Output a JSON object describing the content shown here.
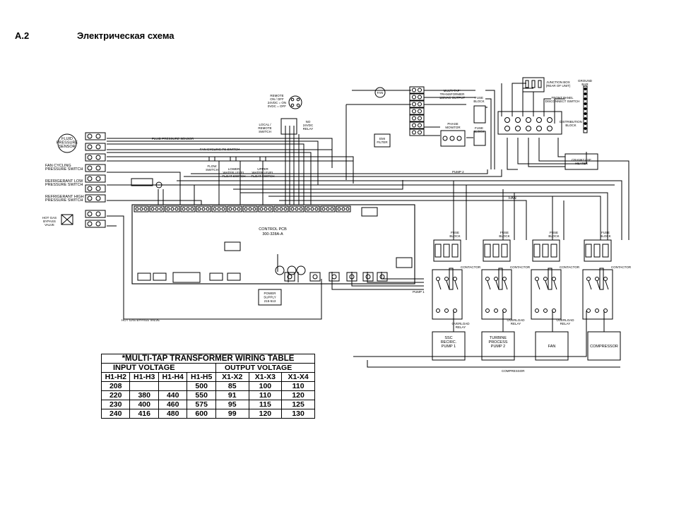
{
  "header": {
    "section": "A.2",
    "title": "Электрическая схема"
  },
  "labels": {
    "fluid_pressure_sensor": [
      "FLUID",
      "PRESSURE",
      "SENSOR"
    ],
    "fan_cycling_pressure_switch": [
      "FAN CYCLING",
      "PRESSURE SWITCH"
    ],
    "refrigerant_low_pressure_switch": [
      "REFRIGERANT LOW",
      "PRESSURE SWITCH"
    ],
    "refrigerant_high_pressure_switch": [
      "REFRIGERANT HIGH",
      "PRESSURE SWITCH"
    ],
    "hot_gas_bypass_valve_side": [
      "HOT GAS",
      "BYPASS",
      "VALVE"
    ],
    "fluid_pressure_sensor_line": "FLUID PRESSURE SENSOR",
    "fan_cycling_ps_switch_line": "FAN CYCLING PS SWITCH",
    "remote_onoff": [
      "REMOTE",
      "ON / OFF",
      "24VDC = ON",
      "0VDC = OFF"
    ],
    "local_remote_switch": [
      "LOCAL /",
      "REMOTE",
      "SWITCH"
    ],
    "relay_24vdc": [
      "NO",
      "24VDC",
      "RELAY"
    ],
    "flow_switch": [
      "FLOW",
      "SWITCH"
    ],
    "lower_float": [
      "LOWER",
      "WATER LEVEL",
      "FLOAT SWITCH"
    ],
    "upper_float": [
      "UPPER",
      "WATER LEVEL",
      "FLOAT SWITCH"
    ],
    "fan_circle": "FAN",
    "multitap_transformer": [
      "MULTI-TAP*",
      "TRANSFORMER",
      "120VAC OUTPUT"
    ],
    "phase_monitor": [
      "PHASE",
      "MONITOR"
    ],
    "fuse_block": [
      "FUSE",
      "BLOCK"
    ],
    "emi_filter": [
      "EMI",
      "FILTER"
    ],
    "junction_box": [
      "JUNCTION BOX",
      "(REAR OF UNIT)"
    ],
    "ground_bar": [
      "GROUND",
      "BAR"
    ],
    "front_panel_disconnect": [
      "FRONT PANEL",
      "DISCONNECT SWITCH"
    ],
    "distribution_block": [
      "DISTRIBUTION",
      "BLOCK"
    ],
    "crankcase_heater": [
      "CRANKCASE",
      "HEATER"
    ],
    "control_pcb": [
      "CONTROL PCB",
      "300-328A-A"
    ],
    "power_supply": [
      "POWER",
      "SUPPLY",
      "215-513"
    ],
    "hot_gas_bypass_valve": "HOT GAS BYPASS VALVE",
    "fan_line": "FAN",
    "pump1_line": "PUMP 1",
    "overload_relay": [
      "OVERLOAD",
      "RELAY"
    ],
    "contactor": "CONTACTOR",
    "motor_ssc": [
      "SSC",
      "RECIRC.",
      "PUMP 1"
    ],
    "motor_turbine": [
      "TURBINE",
      "PROCESS",
      "PUMP 2"
    ],
    "motor_fan": "FAN",
    "motor_compressor": "COMPRESSOR",
    "compressor_line": "COMPRESSOR",
    "pump2_line": "PUMP 2"
  },
  "table": {
    "title": "*MULTI-TAP TRANSFORMER WIRING TABLE",
    "input_header": "INPUT VOLTAGE",
    "output_header": "OUTPUT VOLTAGE",
    "columns": [
      "H1-H2",
      "H1-H3",
      "H1-H4",
      "H1-H5",
      "X1-X2",
      "X1-X3",
      "X1-X4"
    ],
    "rows": [
      [
        "208",
        "",
        "",
        "500",
        "85",
        "100",
        "110"
      ],
      [
        "220",
        "380",
        "440",
        "550",
        "91",
        "110",
        "120"
      ],
      [
        "230",
        "400",
        "460",
        "575",
        "95",
        "115",
        "125"
      ],
      [
        "240",
        "416",
        "480",
        "600",
        "99",
        "120",
        "130"
      ]
    ]
  }
}
